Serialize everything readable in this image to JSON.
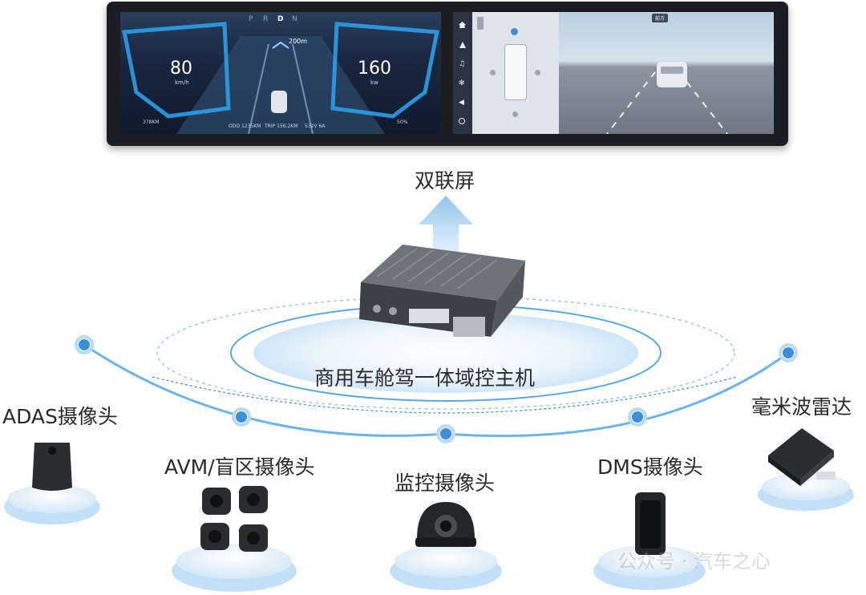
{
  "display": {
    "title": "双联屏",
    "cluster": {
      "gears": [
        "P",
        "R",
        "D",
        "N"
      ],
      "speed": "80",
      "speed_unit": "km/h",
      "power": "160",
      "power_unit": "kw",
      "nav_distance": "200m",
      "range": "378KM",
      "battery": "50%",
      "odo": "ODO 1235KM",
      "trip": "TRIP 156.2KM",
      "voltage": "532V 6A"
    },
    "right_tag": "前方"
  },
  "host": {
    "label": "商用车舱驾一体域控主机"
  },
  "peripherals": [
    {
      "label": "ADAS摄像头"
    },
    {
      "label": "AVM/盲区摄像头"
    },
    {
      "label": "监控摄像头"
    },
    {
      "label": "DMS摄像头"
    },
    {
      "label": "毫米波雷达"
    }
  ],
  "watermark": "公众号 · 汽车之心",
  "colors": {
    "accent": "#3a8fd8",
    "arrow": "#a9cfee",
    "ring": "#5aa7e6",
    "platform": "#dceefb"
  }
}
